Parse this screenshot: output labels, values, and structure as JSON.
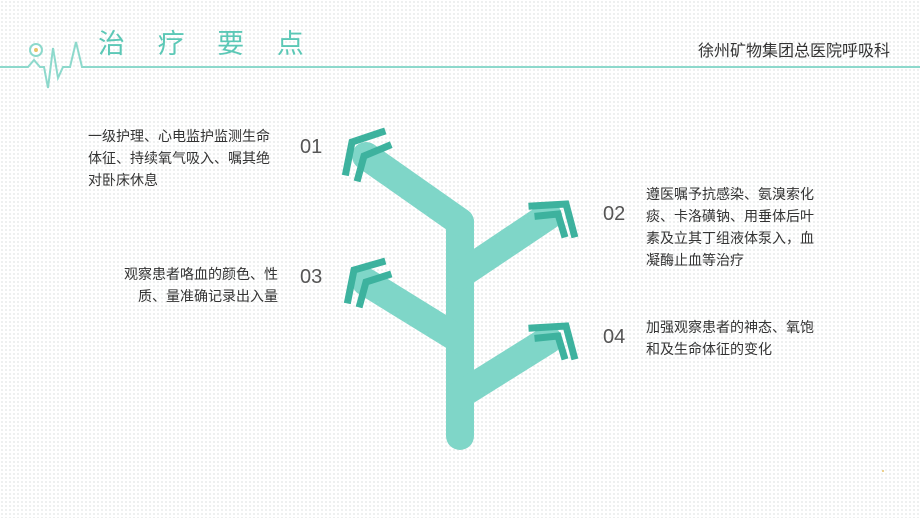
{
  "header": {
    "title": "治 疗 要 点",
    "organization": "徐州矿物集团总医院呼吸科"
  },
  "items": [
    {
      "number": "01",
      "text": "一级护理、心电监护监测生命体征、持续氧气吸入、嘱其绝对卧床休息"
    },
    {
      "number": "02",
      "text": "遵医嘱予抗感染、氨溴索化痰、卡洛磺钠、用垂体后叶素及立其丁组液体泵入，血凝酶止血等治疗"
    },
    {
      "number": "03",
      "text": "观察患者咯血的颜色、性质、量准确记录出入量"
    },
    {
      "number": "04",
      "text": "加强观察患者的神态、氧饱和及生命体征的变化"
    }
  ],
  "colors": {
    "accent": "#5cc8b6",
    "branch": "#7fd6c8",
    "chevron": "#3db29e",
    "text": "#333333"
  }
}
